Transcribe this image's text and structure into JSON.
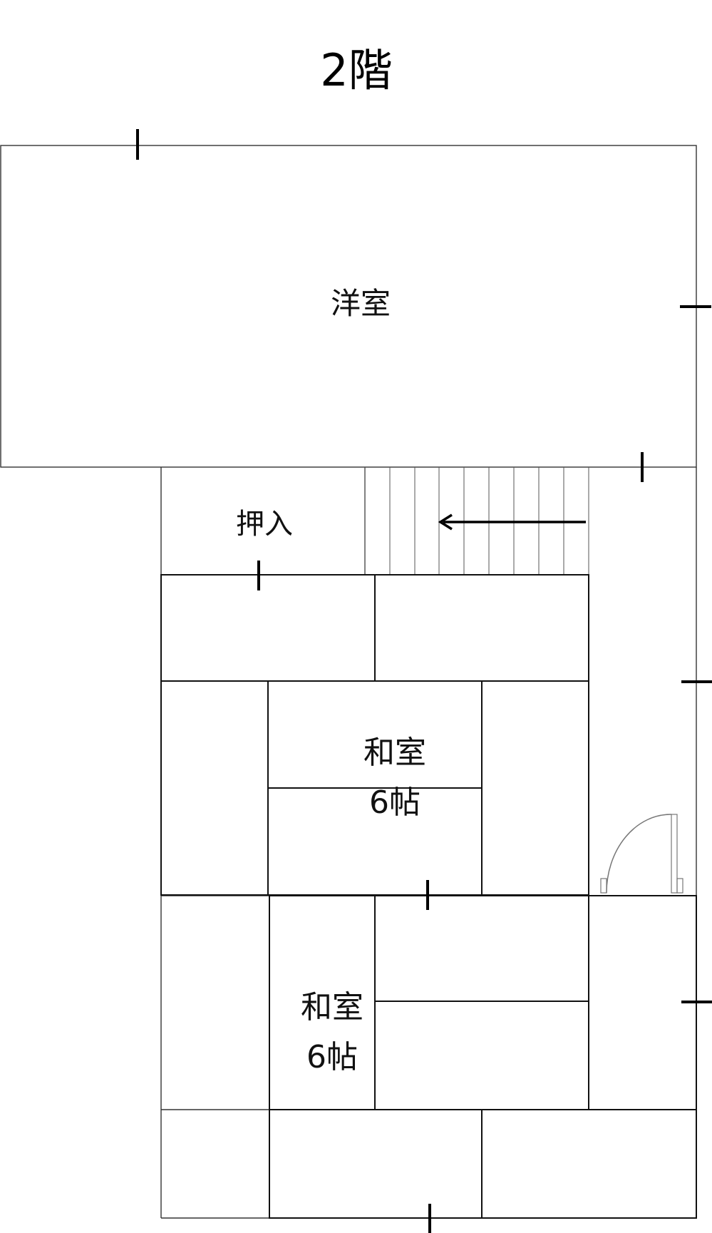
{
  "floor_title": "2階",
  "rooms": {
    "western_room": "洋室",
    "closet": "押入",
    "japanese_room_upper": {
      "name": "和室",
      "size": "6帖"
    },
    "japanese_room_lower": {
      "name": "和室",
      "size": "6帖"
    }
  },
  "colors": {
    "line": "#111111",
    "background": "#ffffff"
  }
}
